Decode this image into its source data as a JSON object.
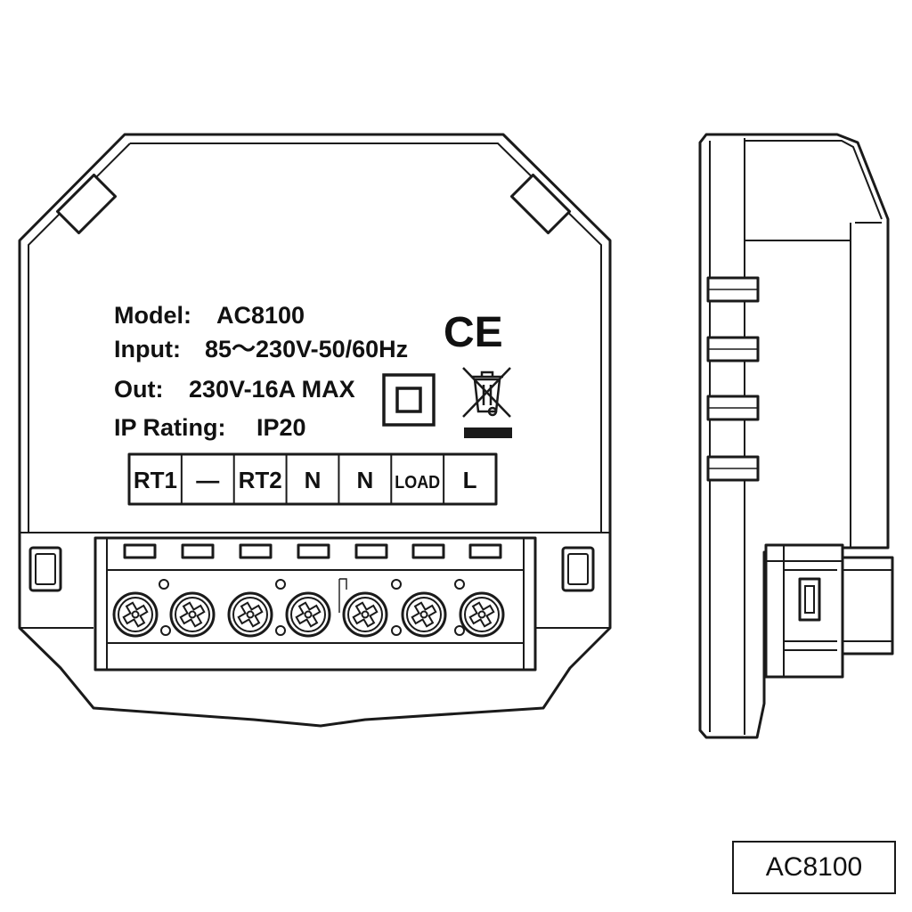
{
  "spec": {
    "model_label": "Model:",
    "model_value": "AC8100",
    "input_label": "Input:",
    "input_value": "85～230V-50/60Hz",
    "out_label": "Out:",
    "out_value": "230V-16A MAX",
    "ip_label": "IP Rating:",
    "ip_value": "IP20"
  },
  "marks": {
    "ce": "CE"
  },
  "terminals": [
    "RT1",
    "—",
    "RT2",
    "N",
    "N",
    "LOAD",
    "L"
  ],
  "model_tag": "AC8100",
  "icons": [
    "ce-mark-icon",
    "double-insulation-icon",
    "weee-bin-icon",
    "screw-terminal-icon"
  ]
}
